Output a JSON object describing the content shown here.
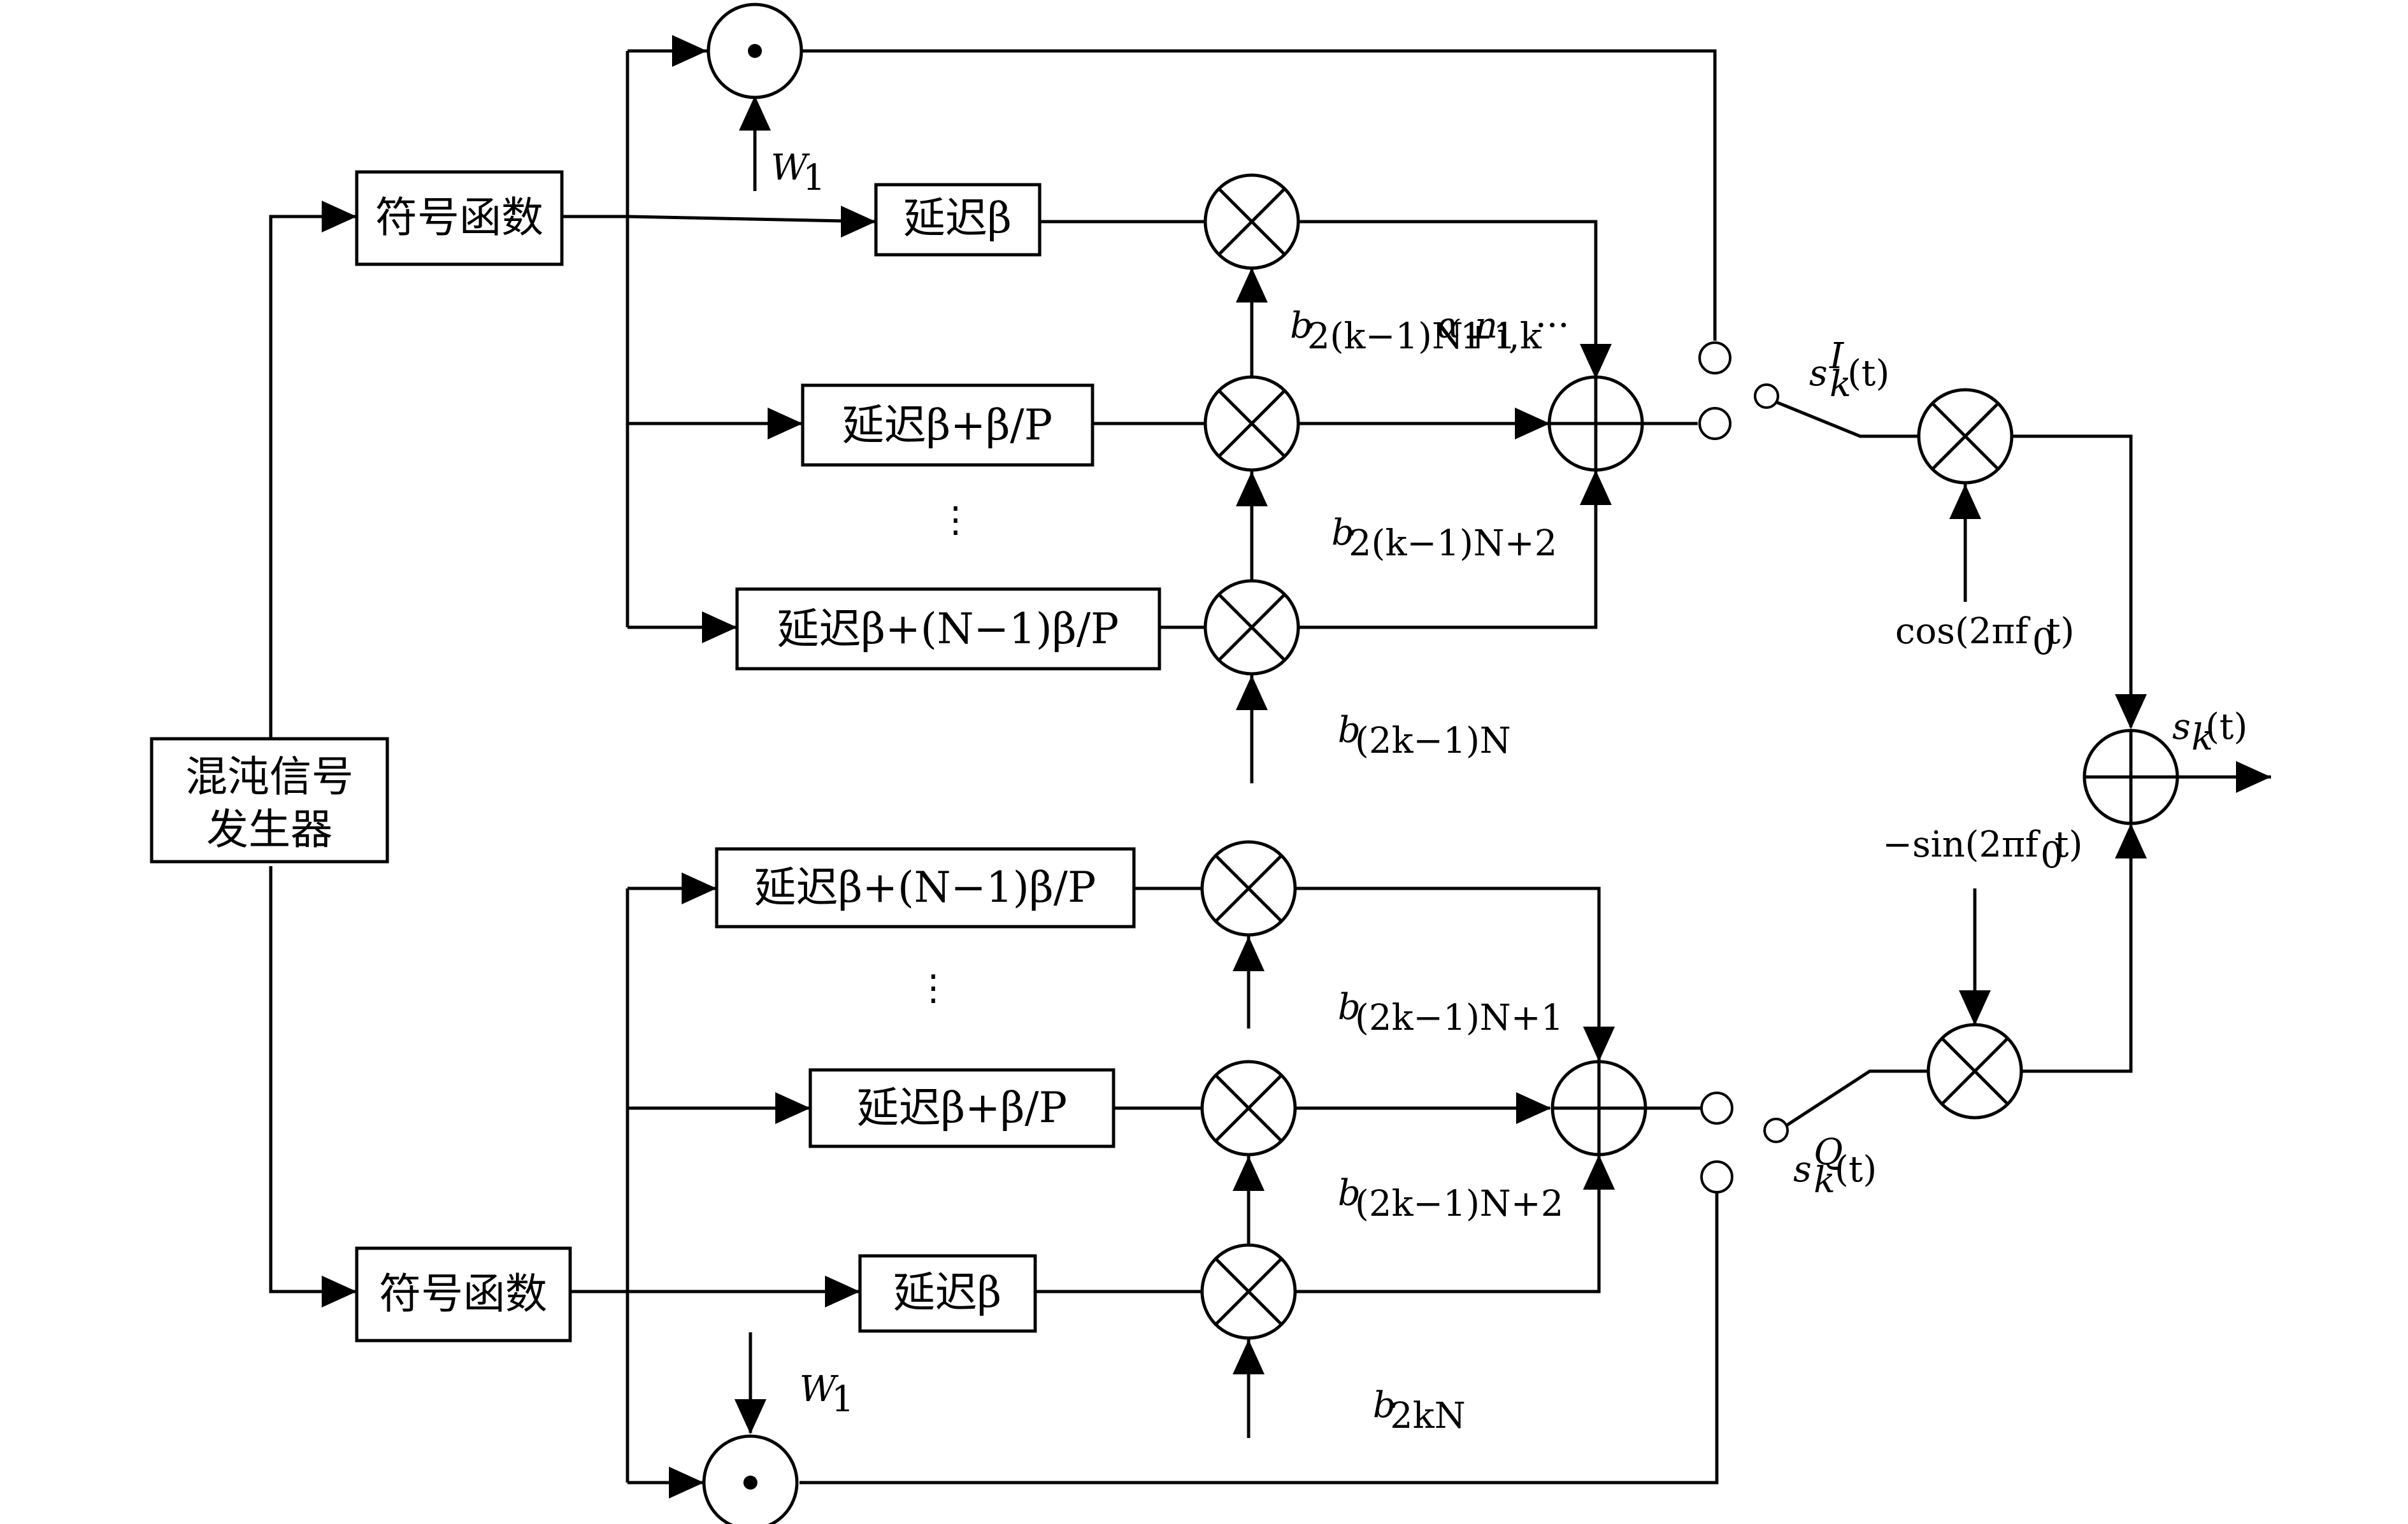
{
  "blocks": {
    "chaos_generator_line1": "混沌信号",
    "chaos_generator_line2": "发生器",
    "sign_function_top": "符号函数",
    "sign_function_bottom": "符号函数",
    "top_delay_1": "延迟β",
    "top_delay_2": "延迟β+β/P",
    "top_delay_n": "延迟β+(N−1)β/P",
    "bottom_delay_n": "延迟β+(N−1)β/P",
    "bottom_delay_2": "延迟β+β/P",
    "bottom_delay_1": "延迟β"
  },
  "labels": {
    "w1_top": "W",
    "w1_top_sub": "1",
    "w1_bottom": "W",
    "w1_bottom_sub": "1",
    "b_top_1": "b",
    "b_top_1_sub": "2(k−1)N+1",
    "b_top_1_rest": "α",
    "b_top_1_rest_sub": "1",
    "b_top_1_tail": "n",
    "b_top_1_tail_sub": "i,k",
    "b_top_1_dots": "···",
    "b_top_2": "b",
    "b_top_2_sub": "2(k−1)N+2",
    "b_top_n": "b",
    "b_top_n_sub": "(2k−1)N",
    "b_bot_1": "b",
    "b_bot_1_sub": "(2k−1)N+1",
    "b_bot_2": "b",
    "b_bot_2_sub": "(2k−1)N+2",
    "b_bot_n": "b",
    "b_bot_n_sub": "2kN",
    "s_i": "s",
    "s_i_sub": "k",
    "s_i_sup": "I",
    "s_i_arg": "(t)",
    "s_q": "s",
    "s_q_sub": "k",
    "s_q_sup": "Q",
    "s_q_arg": "(t)",
    "cos_carrier": "cos(2πf",
    "cos_carrier_sub": "0",
    "cos_carrier_end": "t)",
    "sin_carrier": "−sin(2πf",
    "sin_carrier_sub": "0",
    "sin_carrier_end": "t)",
    "output": "s",
    "output_sub": "k",
    "output_arg": "(t)",
    "dots_top": "⋮",
    "dots_bottom": "⋮"
  }
}
